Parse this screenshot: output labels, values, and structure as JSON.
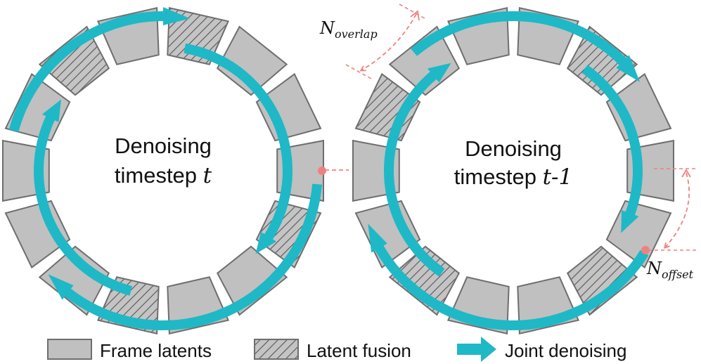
{
  "left_ring": {
    "center_line1": "Denoising",
    "center_line2_prefix": "timestep ",
    "center_line2_var": "t"
  },
  "right_ring": {
    "center_line1": "Denoising",
    "center_line2_prefix": "timestep ",
    "center_line2_var": "t-1"
  },
  "annotations": {
    "overlap_base": "N",
    "overlap_sub": "overlap",
    "offset_base": "N",
    "offset_sub": "offset"
  },
  "legend": {
    "frame_latents": "Frame latents",
    "latent_fusion": "Latent fusion",
    "joint_denoising": "Joint denoising"
  },
  "colors": {
    "segment_fill": "#c0c0c0",
    "segment_stroke": "#6e6e6e",
    "arrow": "#1fb8c6",
    "annotation": "#f08080",
    "text": "#111111"
  }
}
